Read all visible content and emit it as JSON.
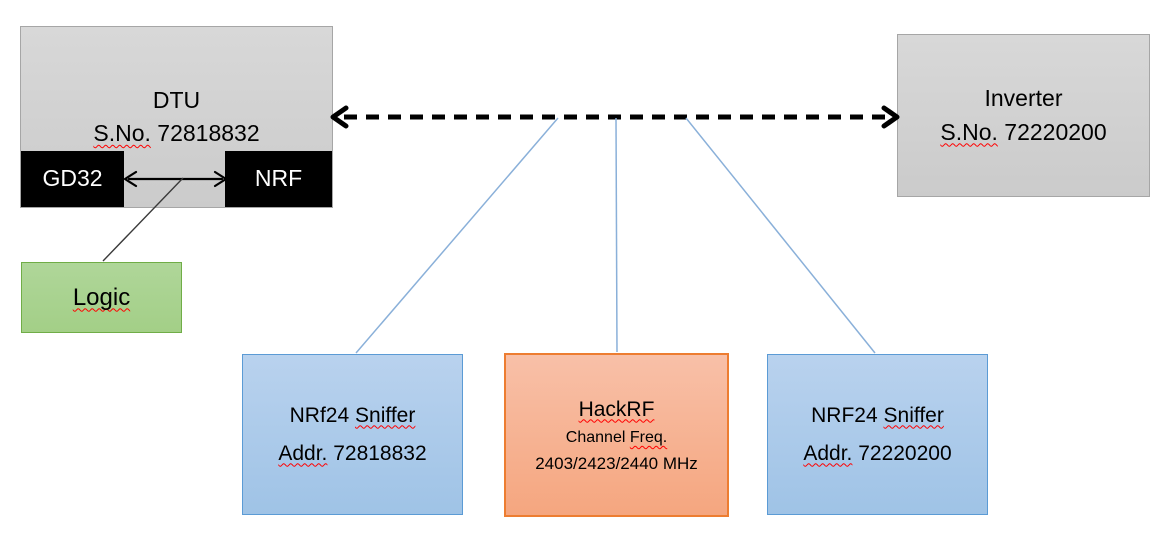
{
  "colors": {
    "gray-fill-top": "#d8d8d8",
    "gray-fill": "#cbcbcb",
    "gray-border": "#a6a6a6",
    "chip-black": "#000000",
    "green-fill-top": "#afd699",
    "green-fill": "#a3cf87",
    "green-border": "#70ad47",
    "blue-fill-top": "#b9d2ee",
    "blue-fill": "#9fc3e6",
    "blue-border": "#5b9bd5",
    "orange-fill-top": "#f8c0a8",
    "orange-fill": "#f5a67f",
    "orange-border": "#ed7d31",
    "connector-blue": "#8ab0d9",
    "connector-dark": "#3a3a3a",
    "squiggle-red": "#ff0000",
    "text-dark": "#000000",
    "text-light": "#ffffff"
  },
  "dtu": {
    "title": "DTU",
    "serial_label": "S.No.",
    "serial_value": "72818832",
    "gd32_label": "GD32",
    "nrf_label": "NRF"
  },
  "logic": {
    "label": "Logic"
  },
  "inverter": {
    "title": "Inverter",
    "serial_label": "S.No.",
    "serial_value": "72220200"
  },
  "sniffer_left": {
    "name_plain": "NRf24",
    "name_flagged": "Sniffer",
    "addr_label": "Addr.",
    "addr_value": "72818832"
  },
  "hackrf": {
    "title": "HackRF",
    "channel_plain": "Channel",
    "channel_flagged": "Freq.",
    "frequencies": "2403/2423/2440 MHz"
  },
  "sniffer_right": {
    "name_plain": "NRF24",
    "name_flagged": "Sniffer",
    "addr_label": "Addr.",
    "addr_value": "72220200"
  }
}
